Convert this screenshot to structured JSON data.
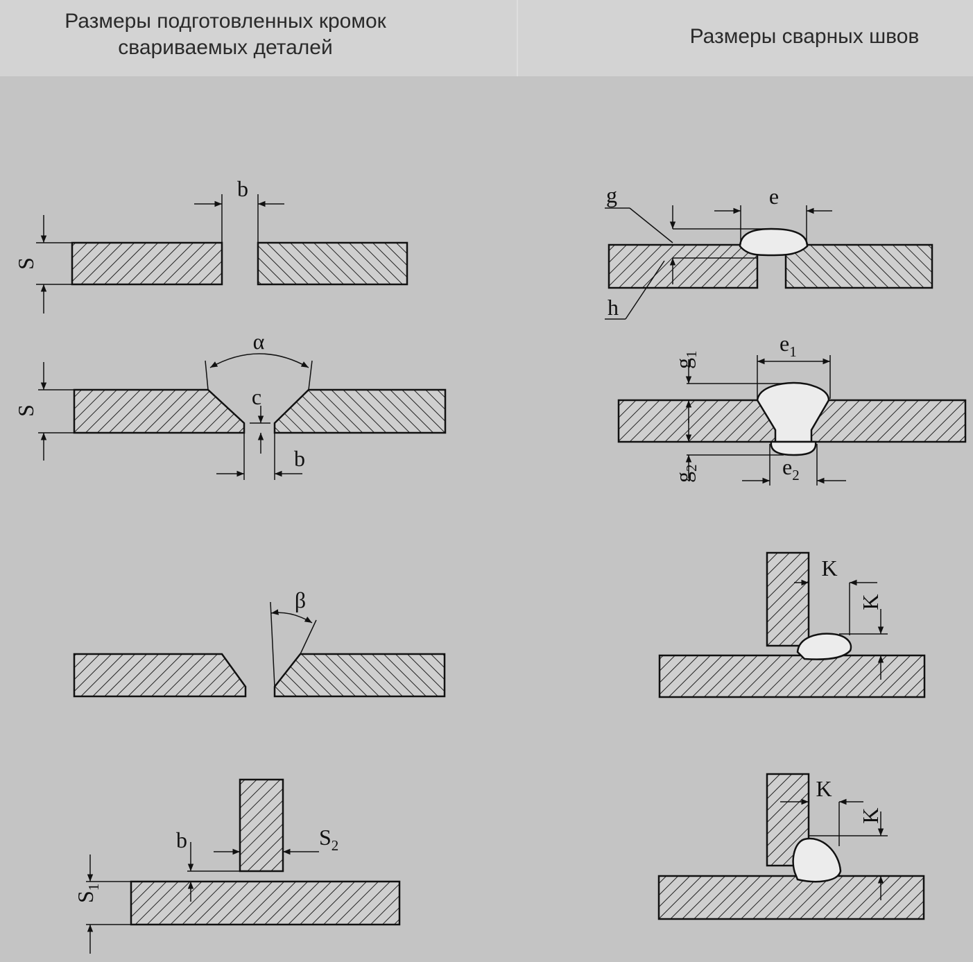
{
  "headers": {
    "left_line1": "Размеры подготовленных кромок",
    "left_line2": "свариваемых деталей",
    "right": "Размеры сварных швов"
  },
  "labels": {
    "b": "b",
    "S": "S",
    "alpha": "α",
    "c": "c",
    "beta": "β",
    "S1_base": "S",
    "S1_sub": "1",
    "S2_base": "S",
    "S2_sub": "2",
    "g": "g",
    "e": "e",
    "h": "h",
    "e1_base": "e",
    "e1_sub": "1",
    "e2_base": "e",
    "e2_sub": "2",
    "g1_base": "g",
    "g1_sub": "1",
    "g2_base": "g",
    "g2_sub": "2",
    "K": "K"
  },
  "colors": {
    "background": "#c4c4c4",
    "header_band": "#d3d3d3",
    "ink": "#111111",
    "plate_fill": "#cfcfcf",
    "weld_fill": "#ececec"
  }
}
